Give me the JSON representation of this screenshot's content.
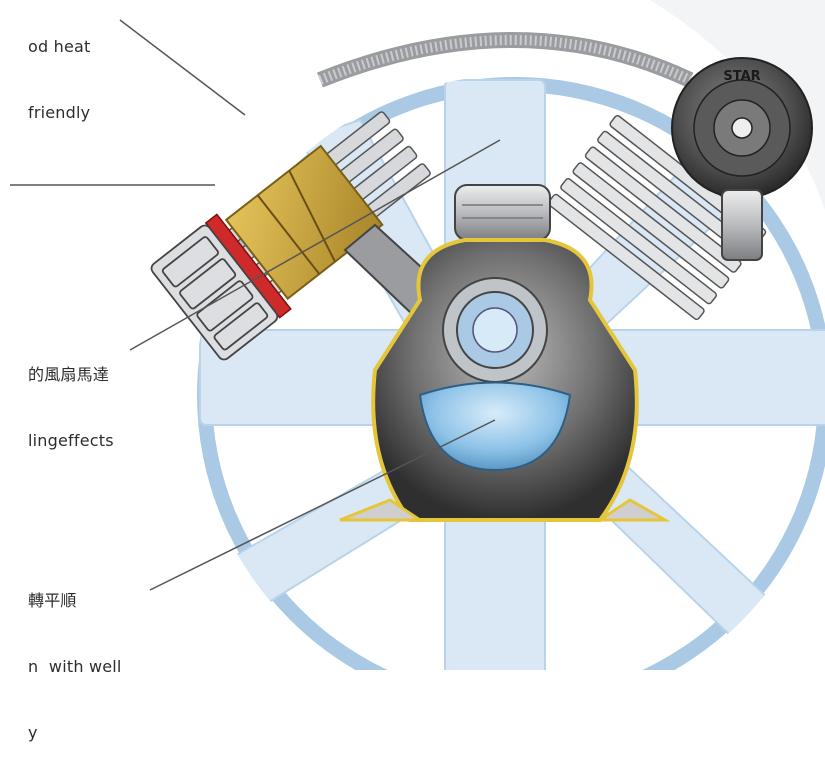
{
  "callouts": [
    {
      "lines": [
        "od heat",
        "friendly"
      ]
    },
    {
      "lines": []
    },
    {
      "lines": [
        "的風扇馬達",
        "lingeffects"
      ]
    },
    {
      "lines": [
        "轉平順",
        "n  with well",
        "y"
      ]
    }
  ],
  "pressure_switch": {
    "brand": "STAR"
  },
  "colors": {
    "flywheel": "#d9e8f4",
    "flywheel_ring": "#a9c9e4",
    "body_dark": "#3d3d3d",
    "gold": "#c9a33a",
    "gold_outline": "#e5c63b",
    "red_gasket": "#cf2a2a",
    "oil_window": "#7fb8e0",
    "metal": "#c4c6c9",
    "callout_line": "#555555"
  }
}
